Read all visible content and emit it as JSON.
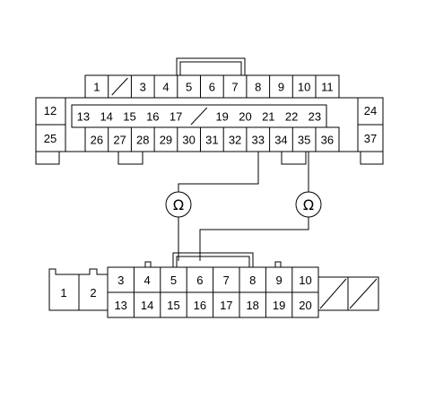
{
  "upper_connector": {
    "row1": [
      "1",
      "",
      "3",
      "4",
      "5",
      "6",
      "7",
      "8",
      "9",
      "10",
      "11"
    ],
    "row2": [
      "13",
      "14",
      "15",
      "16",
      "17",
      "",
      "19",
      "20",
      "21",
      "22",
      "23"
    ],
    "row3": [
      "26",
      "27",
      "28",
      "29",
      "30",
      "31",
      "32",
      "33",
      "34",
      "35",
      "36"
    ],
    "left_pins": [
      "12",
      "25"
    ],
    "right_pins": [
      "24",
      "37"
    ]
  },
  "ohmmeters": [
    {
      "symbol": "Ω",
      "icon": "ohmmeter-icon"
    },
    {
      "symbol": "Ω",
      "icon": "ohmmeter-icon"
    }
  ],
  "lower_connector": {
    "left_pins": [
      "1",
      "2"
    ],
    "row1": [
      "3",
      "4",
      "5",
      "6",
      "7",
      "8",
      "9",
      "10"
    ],
    "row2": [
      "13",
      "14",
      "15",
      "16",
      "17",
      "18",
      "19",
      "20"
    ]
  }
}
